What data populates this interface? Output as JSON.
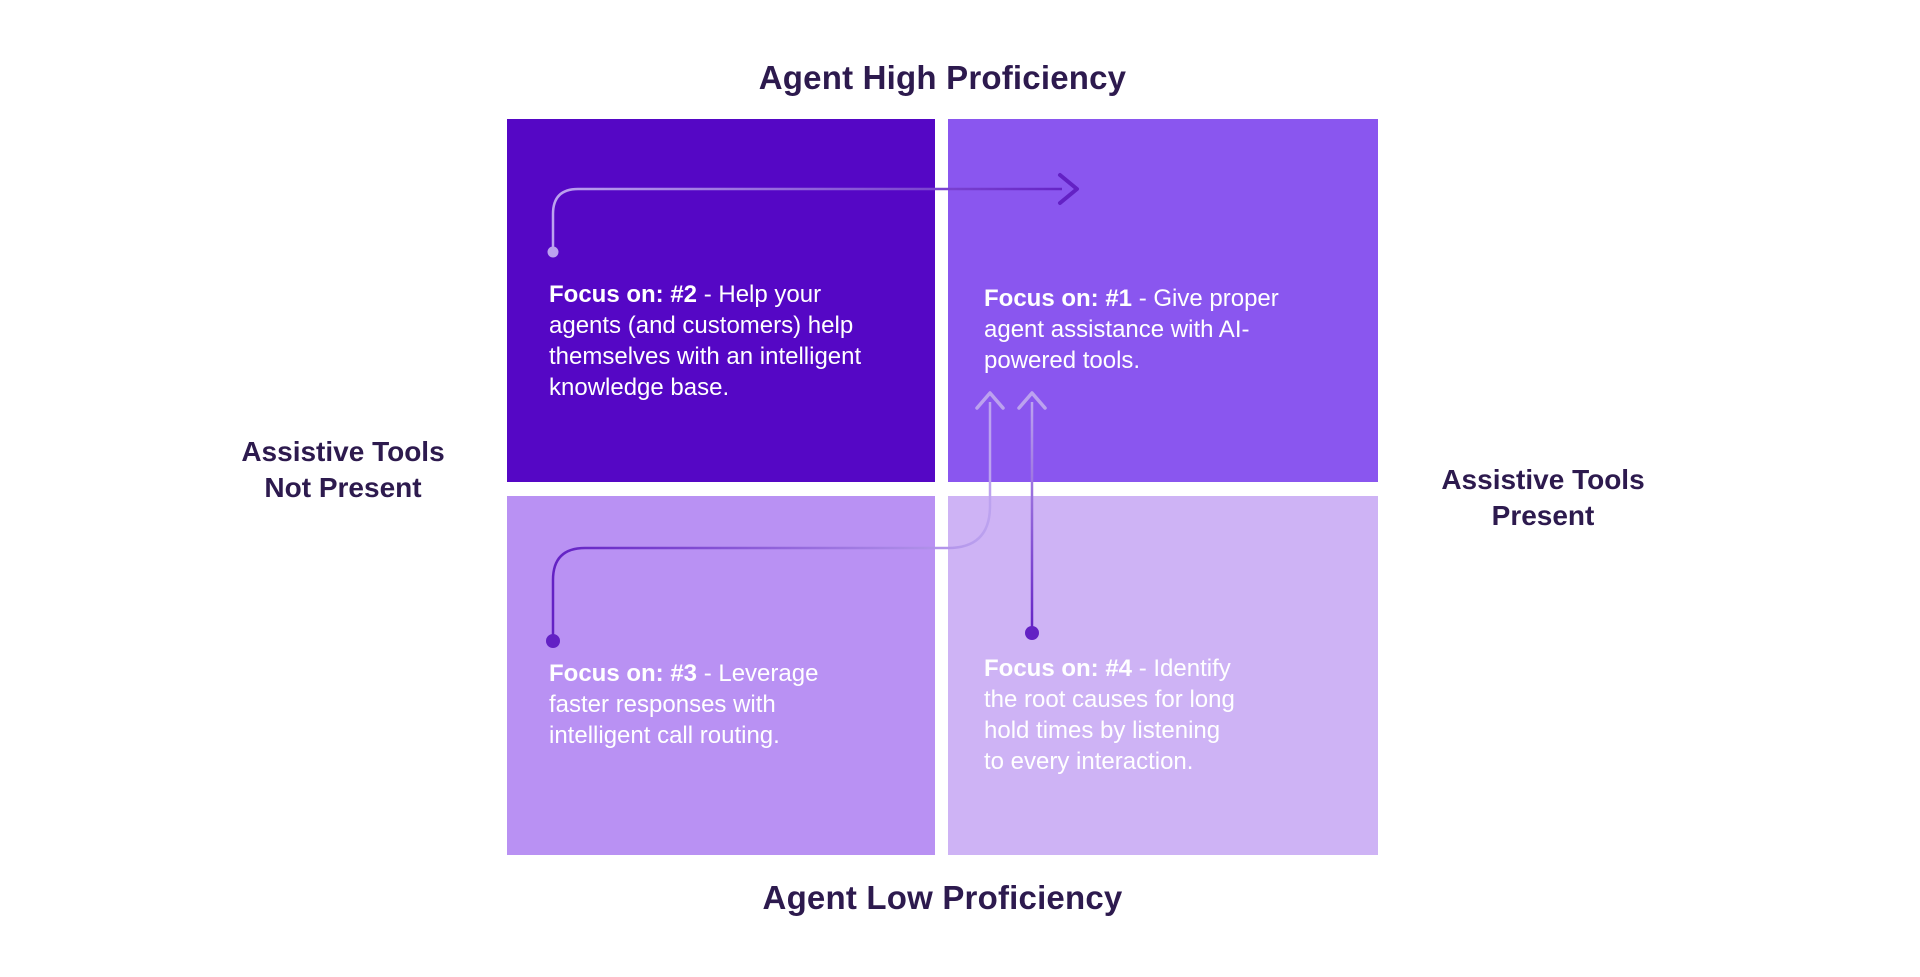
{
  "diagram": {
    "axis_top": "Agent High Proficiency",
    "axis_bottom": "Agent Low Proficiency",
    "label_left": {
      "line1": "Assistive Tools",
      "line2": "Not Present"
    },
    "label_right": {
      "line1": "Assistive Tools",
      "line2": "Present"
    }
  },
  "quadrants": {
    "q1": {
      "focus": "Focus on: #1",
      "rest": " - Give proper agent assistance with AI-powered tools."
    },
    "q2": {
      "focus": "Focus on: #2",
      "rest": " - Help your agents (and customers) help themselves with an intelligent knowledge base."
    },
    "q3": {
      "focus": "Focus on: #3",
      "rest": " - Leverage faster responses with intelligent call routing."
    },
    "q4": {
      "focus": "Focus on: #4",
      "rest": " - Identify the root causes for long hold times by listening to every interaction."
    }
  },
  "colors": {
    "background": "#ffffff",
    "heading_text": "#2D1A4E",
    "body_text": "#ffffff",
    "quad_q1_bg": "#8A56EF",
    "quad_q2_bg": "#5507C5",
    "quad_q3_bg": "#B991F3",
    "quad_q4_bg": "#CEB3F5",
    "arrow_dark": "#6321C4",
    "arrow_light": "#BCA2EF"
  }
}
